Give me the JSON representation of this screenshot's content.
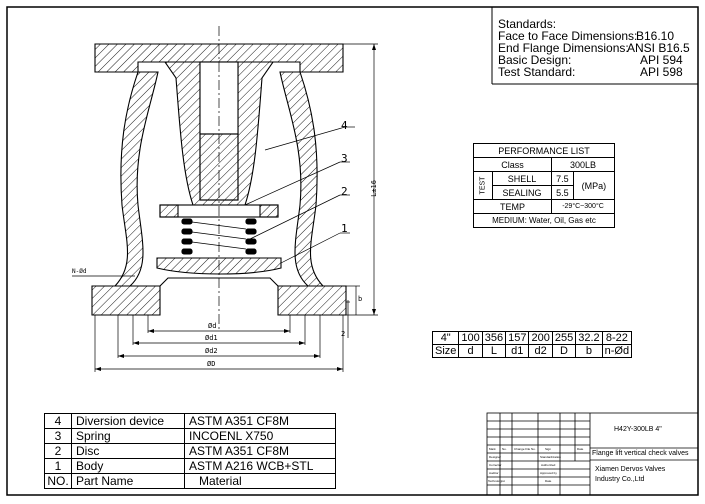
{
  "standards": {
    "heading": "Standards:",
    "rows": [
      {
        "label": "Face to Face Dimensions:",
        "value": "B16.10"
      },
      {
        "label": "End Flange Dimensions:",
        "value": "ANSI B16.5"
      },
      {
        "label": "Basic Design:",
        "value": "API 594"
      },
      {
        "label": "Test Standard:",
        "value": "API 598"
      }
    ]
  },
  "performance": {
    "title": "PERFORMANCE LIST",
    "class_label": "Class",
    "class_value": "300LB",
    "test_label": "TEST",
    "shell_label": "SHELL",
    "shell_value": "7.5",
    "sealing_label": "SEALING",
    "sealing_value": "5.5",
    "unit": "(MPa)",
    "temp_label": "TEMP",
    "temp_value": "-29°C~300°C",
    "medium": "MEDIUM:  Water,  Oil,  Gas  etc"
  },
  "size_table": {
    "values": [
      "4\"",
      "100",
      "356",
      "157",
      "200",
      "255",
      "32.2",
      "8-22"
    ],
    "labels": [
      "Size",
      "d",
      "L",
      "d1",
      "d2",
      "D",
      "b",
      "n-Ød"
    ]
  },
  "parts": [
    {
      "no": "4",
      "name": "Diversion device",
      "material": "ASTM A351 CF8M"
    },
    {
      "no": "3",
      "name": "Spring",
      "material": "INCOENL X750"
    },
    {
      "no": "2",
      "name": "Disc",
      "material": "ASTM A351 CF8M"
    },
    {
      "no": "1",
      "name": "Body",
      "material": "ASTM A216 WCB+STL"
    }
  ],
  "parts_header": {
    "no": "NO.",
    "name": "Part Name",
    "material": "Material"
  },
  "title_block": {
    "model": "H42Y-300LB 4\"",
    "description": "Flange lift vertical check valves",
    "company_line1": "Xiamen Dervos Valves",
    "company_line2": "Industry Co.,Ltd",
    "small_labels": [
      "Mark",
      "No.",
      "Change File No.",
      "Sign",
      "Date",
      "Designer",
      "Standardization",
      "Corrector",
      "Authorized",
      "Auditor",
      "Approved by",
      "Technologist",
      "Date"
    ]
  },
  "drawing": {
    "callouts": [
      "4",
      "3",
      "2",
      "1"
    ],
    "dims": [
      "Ød",
      "Ød1",
      "Ød2",
      "ØD",
      "L±16",
      "N-Ød",
      "b",
      "2"
    ]
  }
}
